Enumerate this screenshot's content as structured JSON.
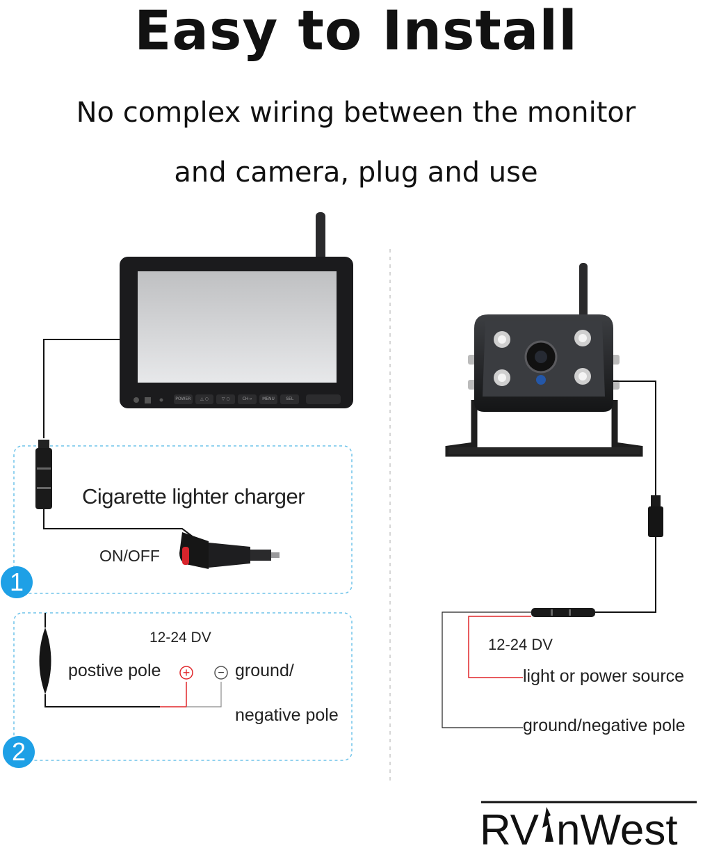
{
  "header": {
    "title": "Easy to Install",
    "subtitle_line1": "No complex wiring between the monitor",
    "subtitle_line2": "and camera, plug and use"
  },
  "monitor": {
    "buttons": [
      "POWER",
      "△ ○",
      "▽ ○",
      "CH→",
      "MENU",
      "SEL"
    ]
  },
  "option1": {
    "number": "1",
    "charger_label": "Cigarette lighter charger",
    "switch_label": "ON/OFF"
  },
  "option2": {
    "number": "2",
    "voltage_label": "12-24 DV",
    "positive_label": "postive pole",
    "positive_symbol": "+",
    "negative_symbol": "−",
    "ground_label": "ground/",
    "negative_label": "negative pole"
  },
  "camera_side": {
    "voltage_label": "12-24 DV",
    "light_label": "light or power source",
    "ground_label": "ground/negative pole"
  },
  "brand": {
    "logo_text_left": "RV",
    "logo_text_right": "nWest"
  },
  "colors": {
    "accent_blue": "#1ea0e6",
    "positive_wire": "#e0262a",
    "dashed_box": "#6ec3ea"
  }
}
